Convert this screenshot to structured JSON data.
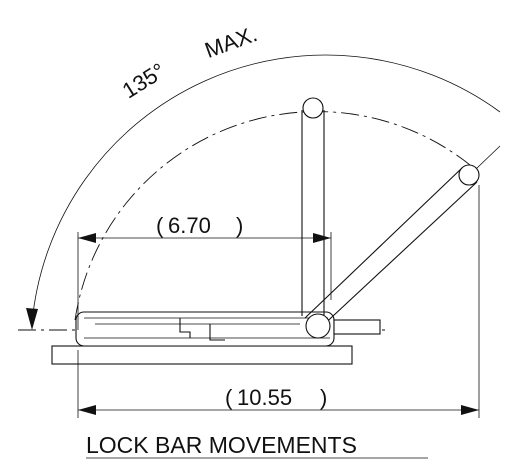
{
  "diagram": {
    "angle_label": "135°",
    "max_label": "MAX.",
    "dim_inner": "6.70",
    "dim_outer": "10.55",
    "caption": "LOCK BAR MOVEMENTS"
  }
}
